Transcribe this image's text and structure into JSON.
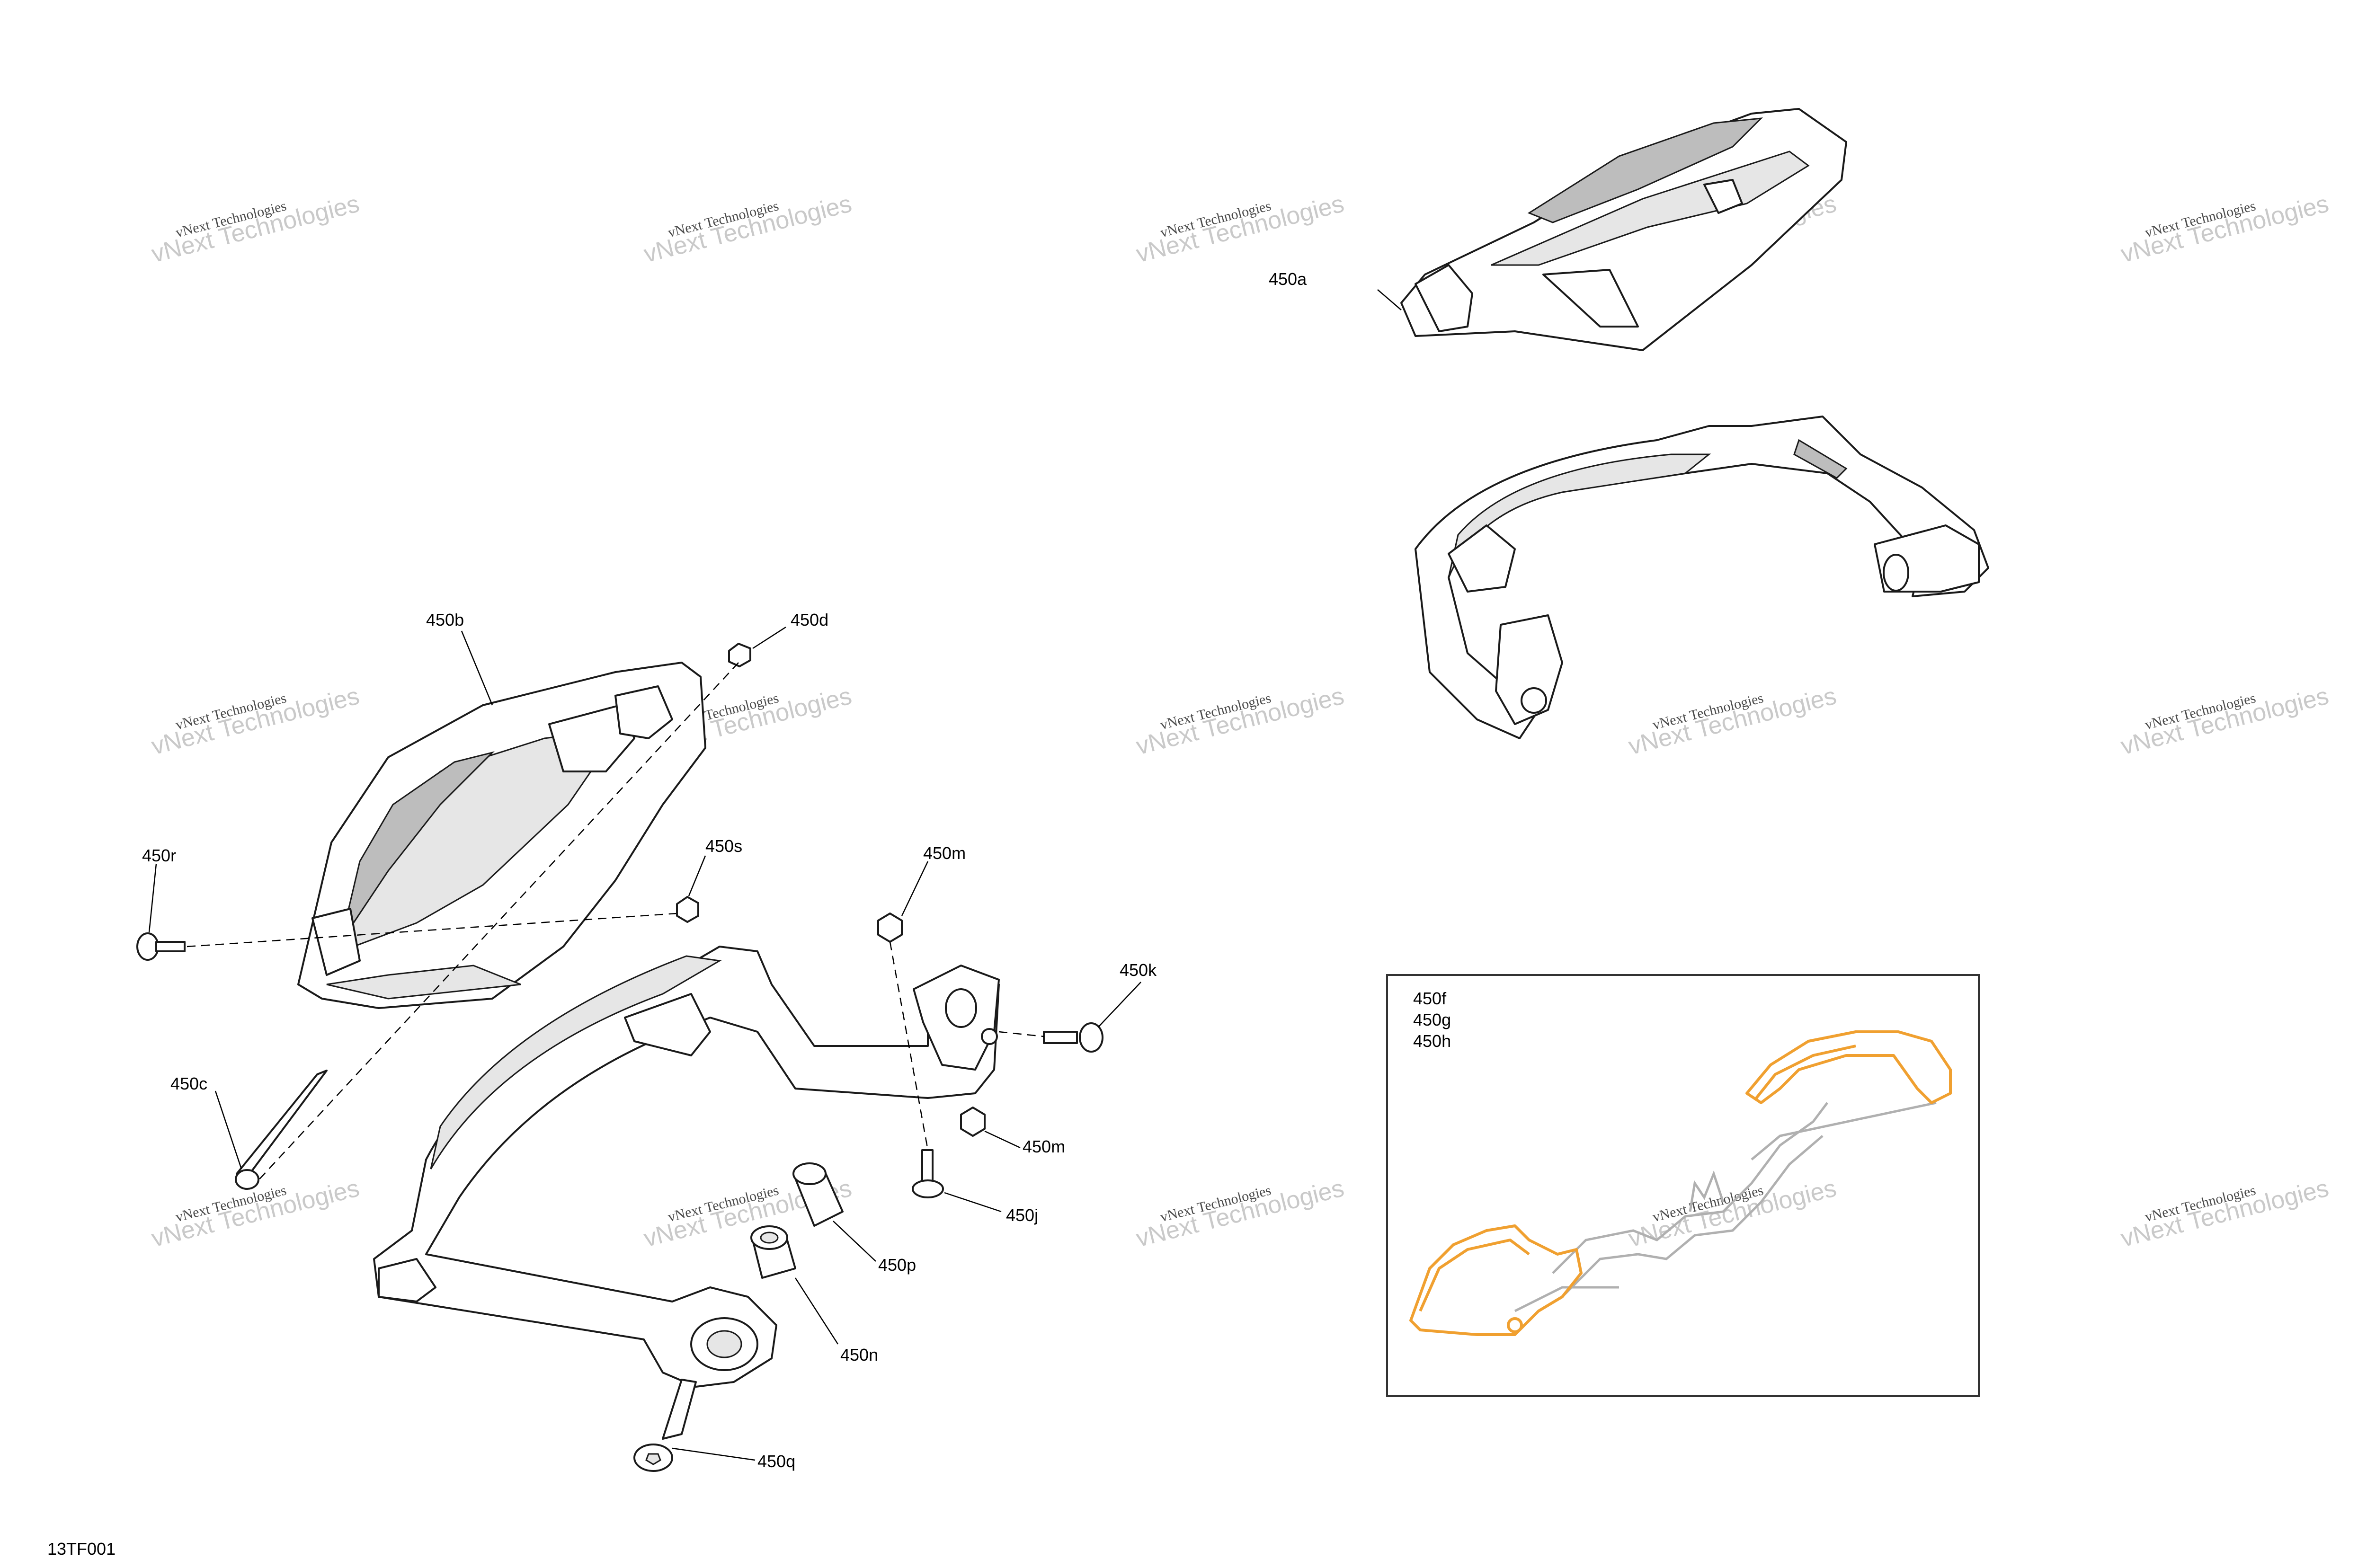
{
  "figure_code": "13TF001",
  "watermark": {
    "line1": "vNext Technologies",
    "line2": "vNext Technologies"
  },
  "callouts": {
    "a": "450a",
    "b": "450b",
    "c": "450c",
    "d": "450d",
    "j": "450j",
    "k": "450k",
    "m1": "450m",
    "m2": "450m",
    "n": "450n",
    "p": "450p",
    "q": "450q",
    "r": "450r",
    "s": "450s"
  },
  "inset": {
    "labels": [
      "450f",
      "450g",
      "450h"
    ],
    "highlight_color": "#f0a030"
  }
}
